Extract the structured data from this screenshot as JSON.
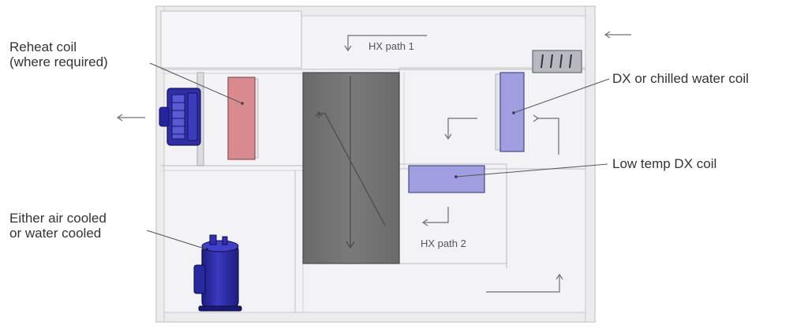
{
  "labels": {
    "reheat_coil_line1": "Reheat coil",
    "reheat_coil_line2": "(where required)",
    "cooled_line1": "Either air cooled",
    "cooled_line2": "or water cooled",
    "dx_chilled_coil": "DX or chilled water coil",
    "low_temp_coil": "Low temp DX coil",
    "hx_path_1": "HX path 1",
    "hx_path_2": "HX path 2"
  },
  "colors": {
    "cabinet_fill": "#f3f3f5",
    "cabinet_stroke": "#c8c8cc",
    "heat_exchanger": "#707070",
    "reheat_coil": "#d98a8e",
    "dx_coil": "#9e9ee0",
    "compressor": "#2a2a9c",
    "fan": "#2e2ea8",
    "arrow": "#707070",
    "leader": "#555555"
  },
  "icons": {
    "fan": "fan-icon",
    "compressor": "compressor-icon",
    "filter": "filter-icon"
  }
}
